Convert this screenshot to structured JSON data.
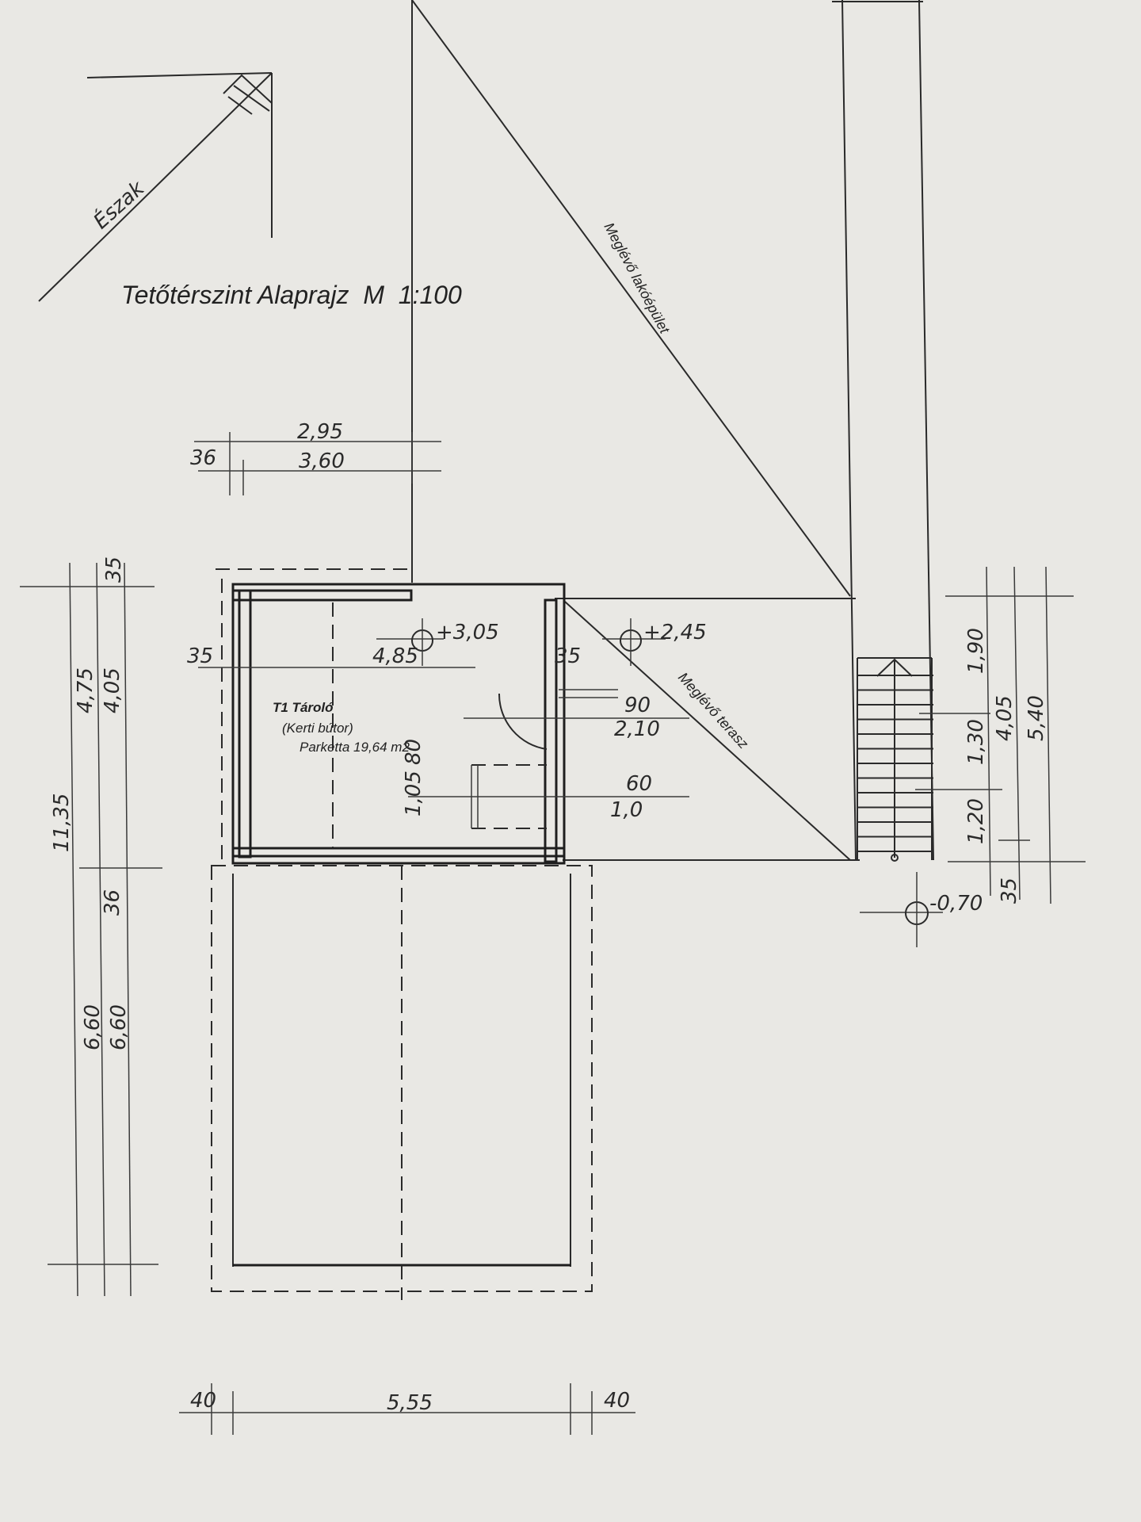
{
  "title": "Tetőtérszint Alaprajz  M  1:100",
  "north_label": "Észak",
  "labels": {
    "existing_building": "Meglévő lakóépület",
    "existing_terrace": "Meglévő terasz"
  },
  "room": {
    "name": "T1 Tároló",
    "use": "(Kerti bútor)",
    "floor": "Parketta 19,64 m2"
  },
  "levels": [
    "+3,05",
    "+2,45",
    "-0,70"
  ],
  "dimensions": {
    "top": [
      "2,95",
      "36",
      "3,60"
    ],
    "left": [
      "35",
      "4,75",
      "4,05",
      "11,35",
      "36",
      "6,60",
      "6,60"
    ],
    "room_inner": [
      "35",
      "4,85",
      "35"
    ],
    "door": [
      "90",
      "2,10"
    ],
    "window": [
      "60",
      "1,0"
    ],
    "window_sill": [
      "80",
      "1,05"
    ],
    "right": [
      "1,90",
      "1,30",
      "1,20",
      "35",
      "4,05",
      "5,40"
    ],
    "bottom": [
      "40",
      "5,55",
      "40"
    ]
  }
}
